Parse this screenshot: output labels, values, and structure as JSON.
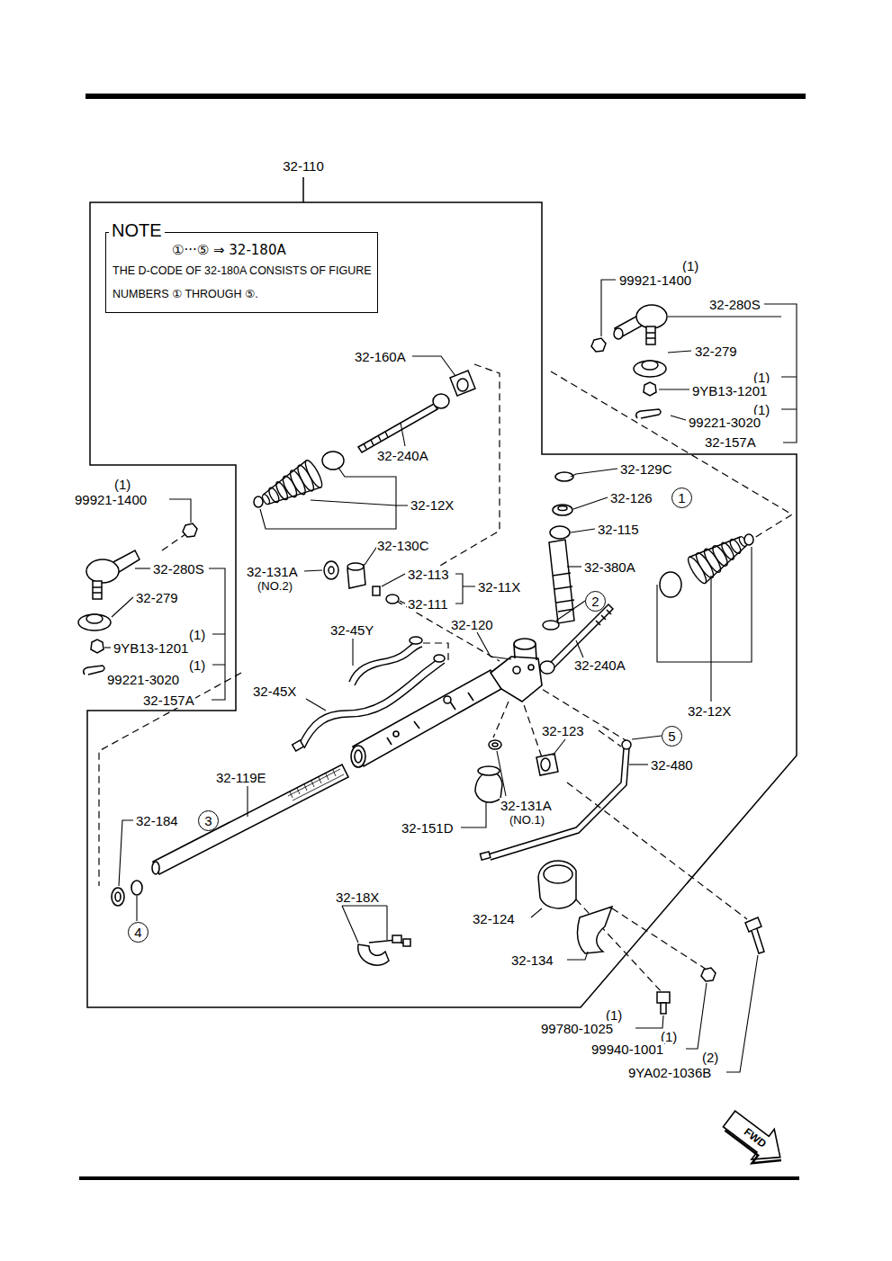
{
  "diagram": {
    "nodes": [
      {
        "text": [
          "32-110"
        ]
      },
      {
        "text": [
          "NOTE",
          "①···⑤ ⇒ 32-180A",
          "THE D-CODE OF 32-180A CONSISTS OF FIGURE NUMBERS ① THROUGH ⑤."
        ],
        "in": 0
      },
      {
        "text": [
          "1"
        ],
        "in": 0
      },
      {
        "text": [
          "2"
        ],
        "in": 0
      },
      {
        "text": [
          "5"
        ],
        "in": 0
      },
      {
        "text": [
          "3"
        ],
        "in": 0
      },
      {
        "text": [
          "4"
        ],
        "in": 0
      }
    ],
    "labels": [
      "(1)",
      "99921-1400",
      "32-280S",
      "32-279",
      "32-160A",
      "(1)",
      "9YB13-1201",
      "(1)",
      "99221-3020",
      "32-157A",
      "32-240A",
      "32-129C",
      "(1)",
      "99921-1400",
      "32-126",
      "32-12X",
      "32-115",
      "32-130C",
      "32-280S",
      "32-380A",
      "32-131A",
      "(NO.2)",
      "32-113",
      "32-11X",
      "32-279",
      "32-111",
      "32-120",
      "32-45Y",
      "(1)",
      "9YB13-1201",
      "(1)",
      "32-240A",
      "99221-3020",
      "32-45X",
      "32-157A",
      "32-12X",
      "32-123",
      "32-480",
      "32-119E",
      "32-131A",
      "(NO.1)",
      "32-184",
      "32-151D",
      "32-18X",
      "32-124",
      "32-134",
      "(1)",
      "99780-1025",
      "(1)",
      "99940-1001",
      "(2)",
      "9YA02-1036B",
      "FWD"
    ]
  }
}
